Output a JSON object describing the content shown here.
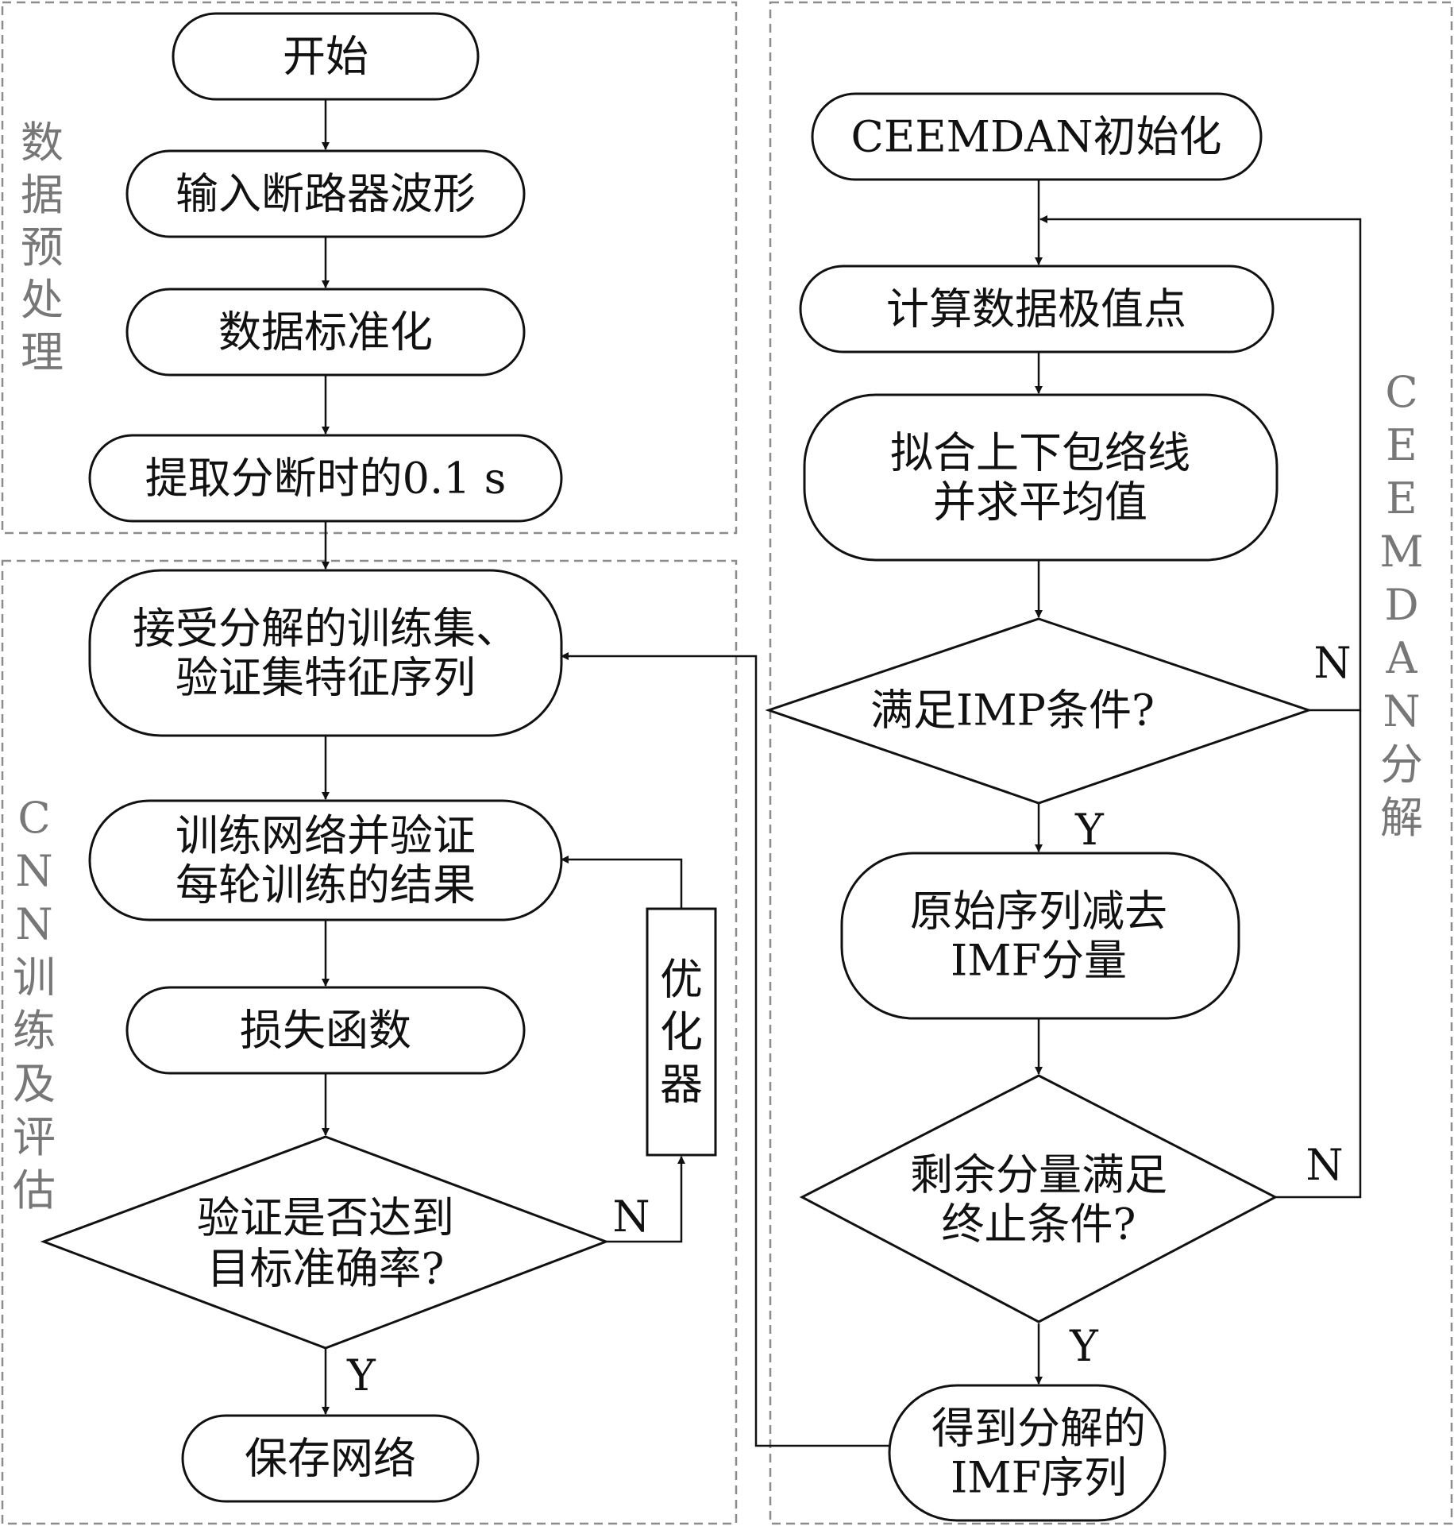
{
  "regions": {
    "preprocess": "数据预处理",
    "cnn": "CNN训练及评估",
    "ceemdan": "CEEMDAN分解"
  },
  "nodes": {
    "start": [
      "开始"
    ],
    "input_waveform": [
      "输入断路器波形"
    ],
    "standardize": [
      "数据标准化"
    ],
    "extract": [
      "提取分断时的0.1 s"
    ],
    "receive": [
      "接受分解的训练集、",
      "验证集特征序列"
    ],
    "train": [
      "训练网络并验证",
      "每轮训练的结果"
    ],
    "loss": [
      "损失函数"
    ],
    "optimizer": [
      "优",
      "化",
      "器"
    ],
    "check_accuracy": [
      "验证是否达到",
      "目标准确率?"
    ],
    "save": [
      "保存网络"
    ],
    "ceemdan_init": [
      "CEEMDAN初始化"
    ],
    "extrema": [
      "计算数据极值点"
    ],
    "envelope": [
      "拟合上下包络线",
      "并求平均值"
    ],
    "imp_condition": [
      "满足IMP条件?"
    ],
    "subtract": [
      "原始序列减去",
      "IMF分量"
    ],
    "residual_check": [
      "剩余分量满足",
      "终止条件?"
    ],
    "get_imf": [
      "得到分解的",
      "IMF序列"
    ]
  },
  "edge_labels": {
    "yes": "Y",
    "no": "N"
  }
}
